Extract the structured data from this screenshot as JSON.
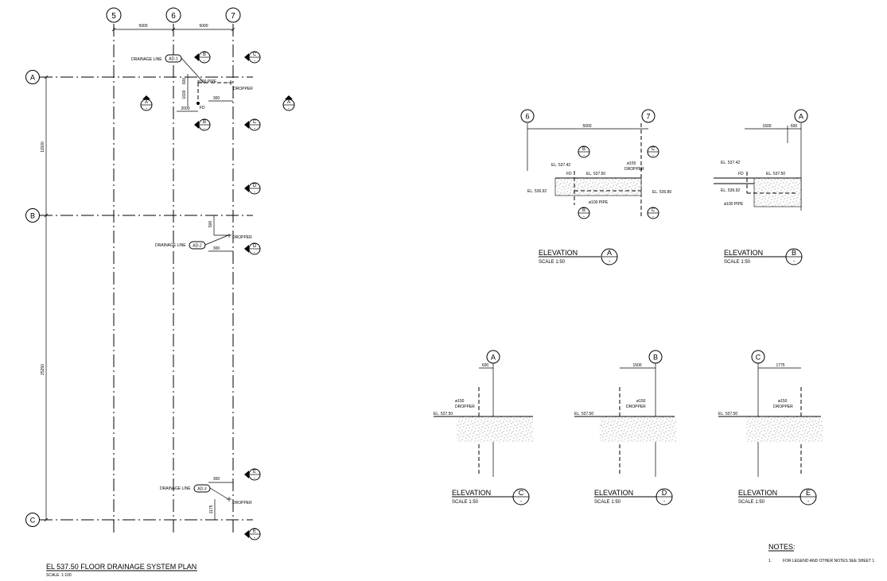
{
  "plan": {
    "grid_cols": [
      "5",
      "6",
      "7"
    ],
    "grid_rows": [
      "A",
      "B",
      "C"
    ],
    "dim_5_6": "5000",
    "dim_6_7": "5000",
    "dim_a_b": "11500",
    "dim_b_c": "25250",
    "title": "EL 537.50 FLOOR DRAINAGE SYSTEM PLAN",
    "scale": "SCALE: 1:100",
    "drainage_line_label": "DRAINAGE LINE",
    "line_tags": [
      "AD-1",
      "AD-2",
      "AD-3"
    ],
    "pipe_label": "ø100 PIPE",
    "dropper_label": "DROPPER",
    "fd_label": "FD",
    "dims": {
      "d600": "600",
      "d1600": "1600",
      "d2000": "2000",
      "d300": "300",
      "d500": "500",
      "d1175": "1175"
    },
    "section_markers": {
      "a": "A",
      "b": "B",
      "c": "C",
      "d": "D",
      "e": "E",
      "dash": "-"
    }
  },
  "elevations": {
    "label": "ELEVATION",
    "scale": "SCALE 1:50",
    "letters": [
      "A",
      "B",
      "C",
      "D",
      "E"
    ],
    "el_top": "EL. 537.50",
    "el_fd": "EL. 537.42",
    "el_bottom": "EL. 536.92",
    "el_right": "EL. 536.80",
    "pipe150": "ø150",
    "dropper": "DROPPER",
    "pipe100": "ø100 PIPE",
    "fd": "FD",
    "dims": {
      "d5000": "5000",
      "d1600": "1600",
      "d600": "600",
      "d1500": "1500",
      "d1775": "1775"
    },
    "grid": {
      "g6": "6",
      "g7": "7",
      "ga": "A",
      "gb": "B",
      "gc": "C"
    },
    "dash": "-"
  },
  "notes": {
    "heading": "NOTES:",
    "items": [
      {
        "num": "1.",
        "text": "FOR LEGEND AND OTHER NOTES SEE SHEET 1"
      }
    ]
  }
}
